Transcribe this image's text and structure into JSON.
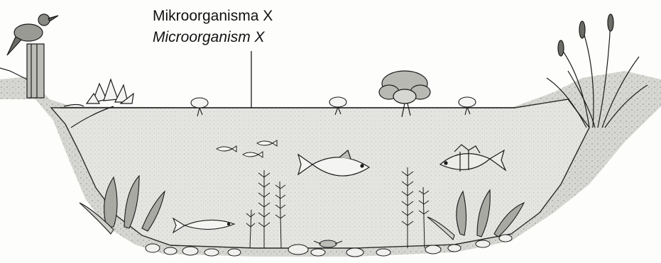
{
  "label": {
    "malay": "Mikroorganisma X",
    "english": "Microorganism X"
  },
  "colors": {
    "ink": "#1a1a1a",
    "water": "#e6e6e3",
    "soil": "#cfcfcb",
    "paper": "#fdfdfc"
  },
  "organisms": [
    "bird",
    "lotus",
    "water-lily",
    "floating-plant",
    "small-fish-school",
    "fish",
    "perch",
    "submerged-plant",
    "reeds",
    "pebbles"
  ]
}
